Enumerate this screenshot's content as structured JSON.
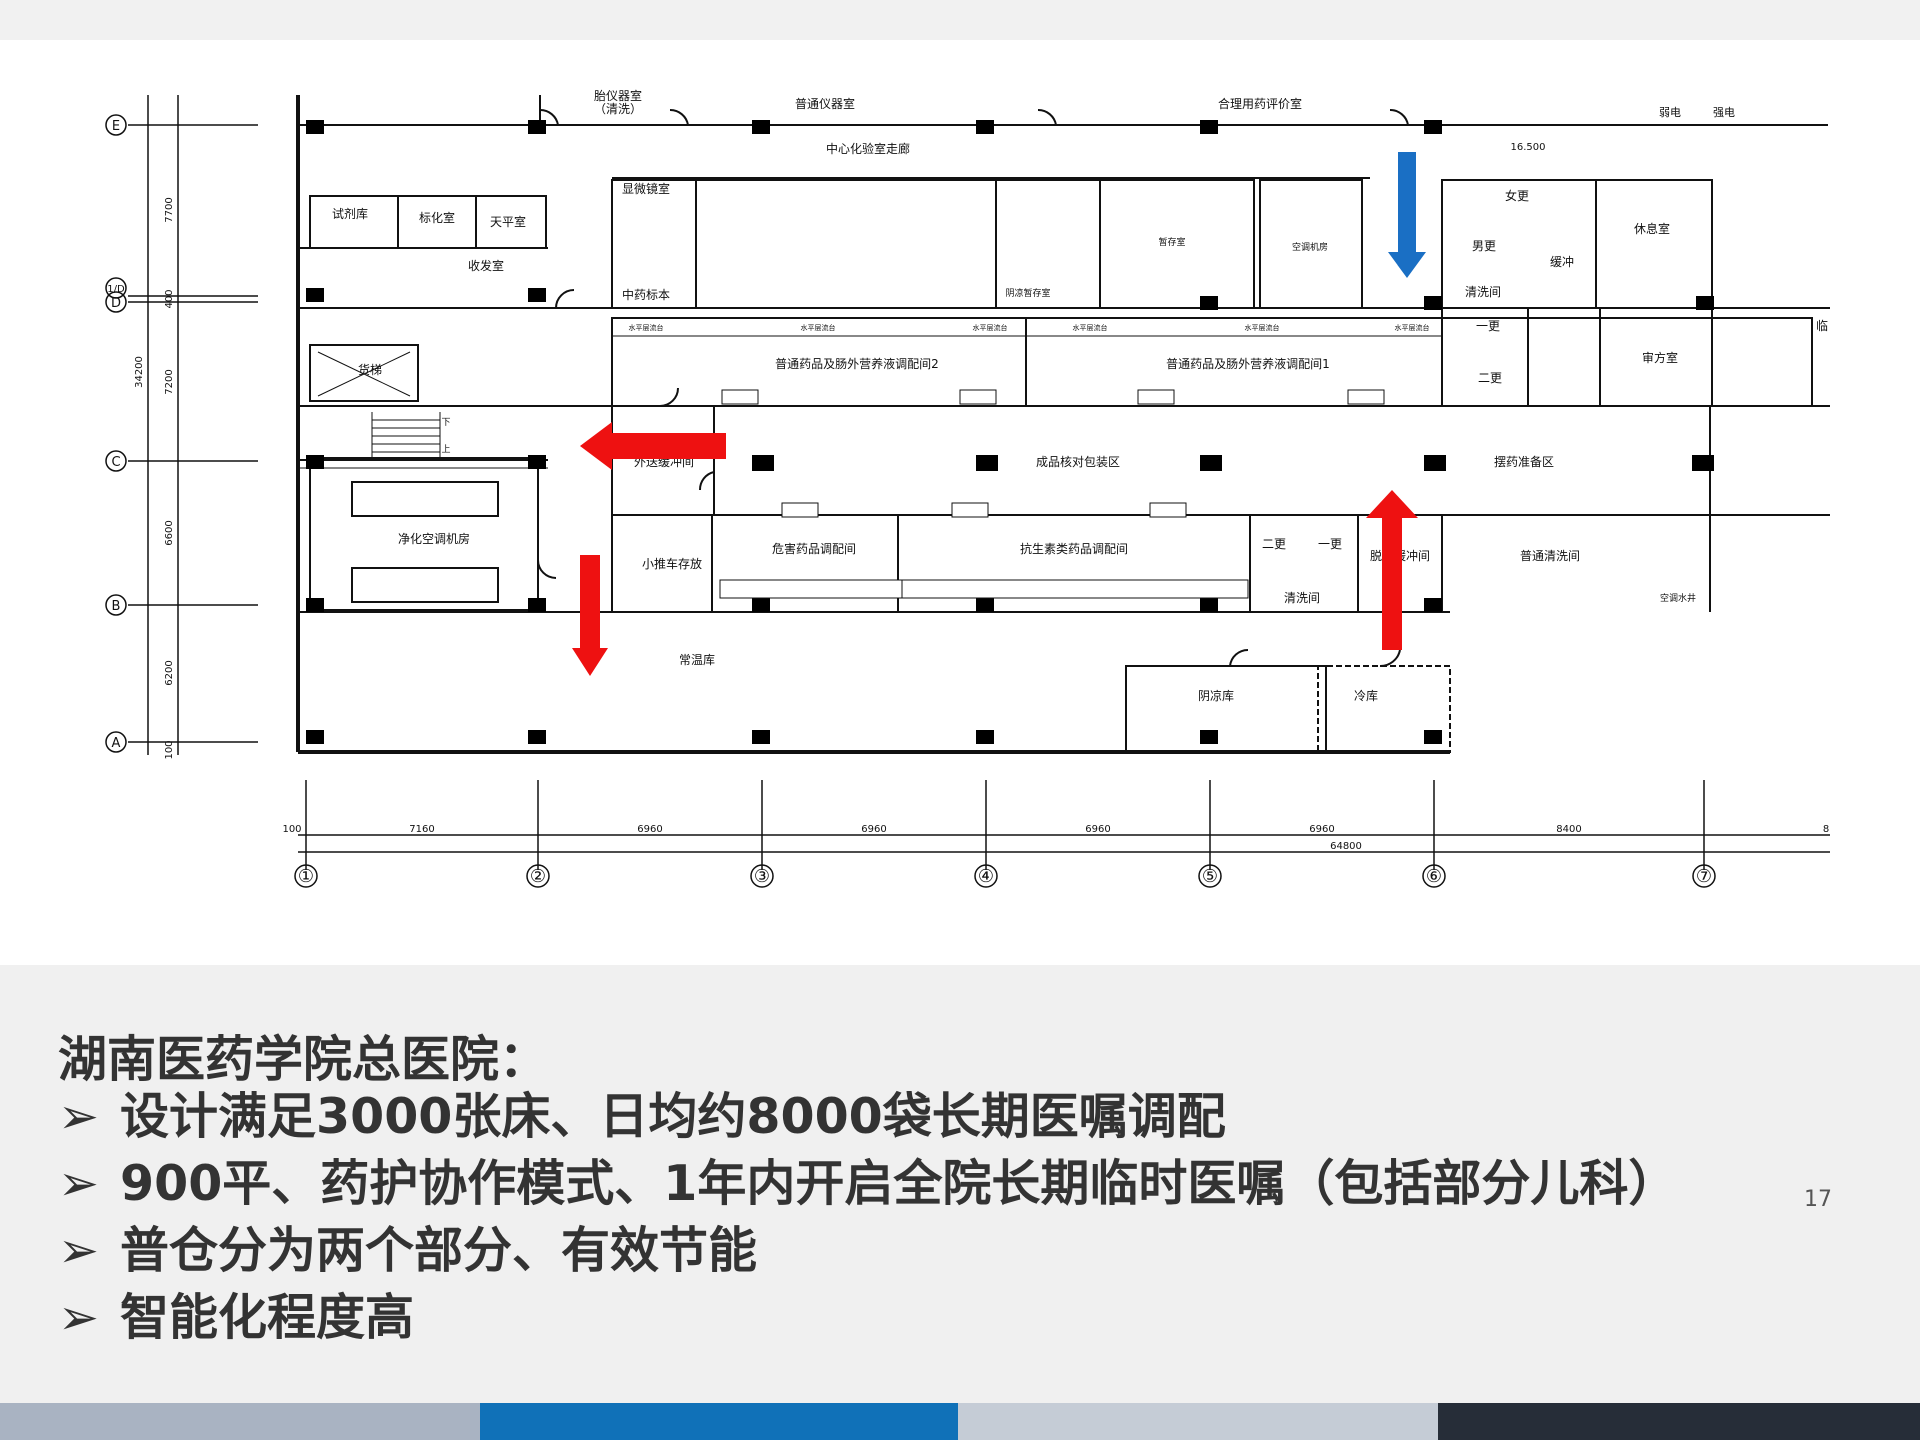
{
  "plan": {
    "axis_rows": [
      "E",
      "1/D",
      "D",
      "C",
      "B",
      "A"
    ],
    "axis_cols": [
      "①",
      "②",
      "③",
      "④",
      "⑤",
      "⑥",
      "⑦"
    ],
    "row_dims": [
      "7700",
      "400",
      "7200",
      "6600",
      "6200",
      "100"
    ],
    "total_height": "34200",
    "col_dims": [
      "100",
      "7160",
      "6960",
      "6960",
      "6960",
      "6960",
      "8400",
      "8"
    ],
    "total_width": "64800",
    "elevation": "16.500",
    "rooms": {
      "rinse": "胎仪器室",
      "rinse_note": "（清洗）",
      "instrument": "普通仪器室",
      "drug_eval": "合理用药评价室",
      "weak_elec": "弱电",
      "strong_elec": "强电",
      "corridor": "中心化验室走廊",
      "reagent": "试剂库",
      "standard": "标化室",
      "balance": "天平室",
      "receive": "收发室",
      "microscope": "显微镜室",
      "herb_sample": "中药标本",
      "temp_store": "暂存室",
      "ac_room": "空调机房",
      "shade_store": "阴凉暂存室",
      "female_change": "女更",
      "male_change": "男更",
      "rest": "休息室",
      "buffer": "缓冲",
      "cleaning1": "清洗间",
      "first_change1": "一更",
      "second_change1": "二更",
      "review": "审方室",
      "clinic": "临",
      "mix2": "普通药品及肠外营养液调配间2",
      "mix1": "普通药品及肠外营养液调配间1",
      "freight_elevator": "货梯",
      "down": "下",
      "up": "上",
      "purify_ac": "净化空调机房",
      "out_buffer": "外送缓冲间",
      "pack_check": "成品核对包装区",
      "prep_area": "摆药准备区",
      "cart_store": "小推车存放",
      "hazard_mix": "危害药品调配间",
      "antibiotic_mix": "抗生素类药品调配间",
      "second_change2": "二更",
      "first_change2": "一更",
      "cleaning2": "清洗间",
      "unpack_buffer": "脱包缓冲间",
      "general_clean": "普通清洗间",
      "normal_temp": "常温库",
      "shade_store2": "阴凉库",
      "cold_store": "冷库",
      "ac_water": "空调水井",
      "bench_label": "水平层流台"
    }
  },
  "heading": "湖南医药学院总医院：",
  "bullet_symbol": "➢",
  "bullets": [
    "设计满足3000张床、日均约8000袋长期医嘱调配",
    "900平、药护协作模式、1年内开启全院长期临时医嘱（包括部分儿科）",
    "普仓分为两个部分、有效节能",
    "智能化程度高"
  ],
  "page_number": "17",
  "colors": {
    "red_arrow": "#ee1111",
    "blue_arrow": "#1a6fc4",
    "text": "#333333",
    "footer": [
      "#a9b3c2",
      "#1071b8",
      "#c5ccd6",
      "#262d38"
    ]
  }
}
